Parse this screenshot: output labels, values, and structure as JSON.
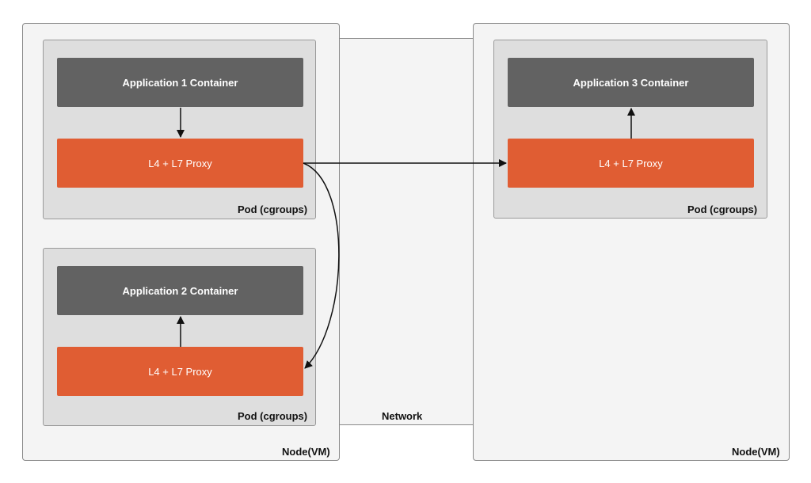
{
  "diagram": {
    "network_label": "Network",
    "nodes": [
      {
        "label": "Node(VM)",
        "pods": [
          {
            "label": "Pod (cgroups)",
            "container": "Application 1 Container",
            "proxy": "L4 + L7 Proxy"
          },
          {
            "label": "Pod (cgroups)",
            "container": "Application 2 Container",
            "proxy": "L4 + L7 Proxy"
          }
        ]
      },
      {
        "label": "Node(VM)",
        "pods": [
          {
            "label": "Pod (cgroups)",
            "container": "Application 3 Container",
            "proxy": "L4 + L7 Proxy"
          }
        ]
      }
    ],
    "colors": {
      "container": "#626262",
      "proxy": "#e05d33",
      "pod": "#dedede",
      "node": "#f4f4f4"
    }
  }
}
